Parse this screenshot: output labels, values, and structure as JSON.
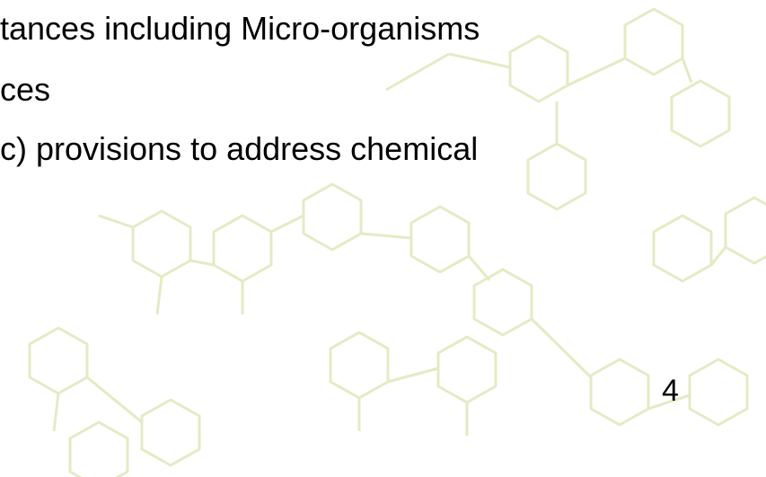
{
  "slide": {
    "lines": [
      "tances including Micro-organisms",
      "ces",
      "c) provisions to address chemical"
    ],
    "page_number": "4"
  },
  "colors": {
    "text": "#000000",
    "watermark": "#e3ebc4",
    "background": "#ffffff"
  },
  "watermark": {
    "icon": "chemical-structure-watermark-icon"
  }
}
